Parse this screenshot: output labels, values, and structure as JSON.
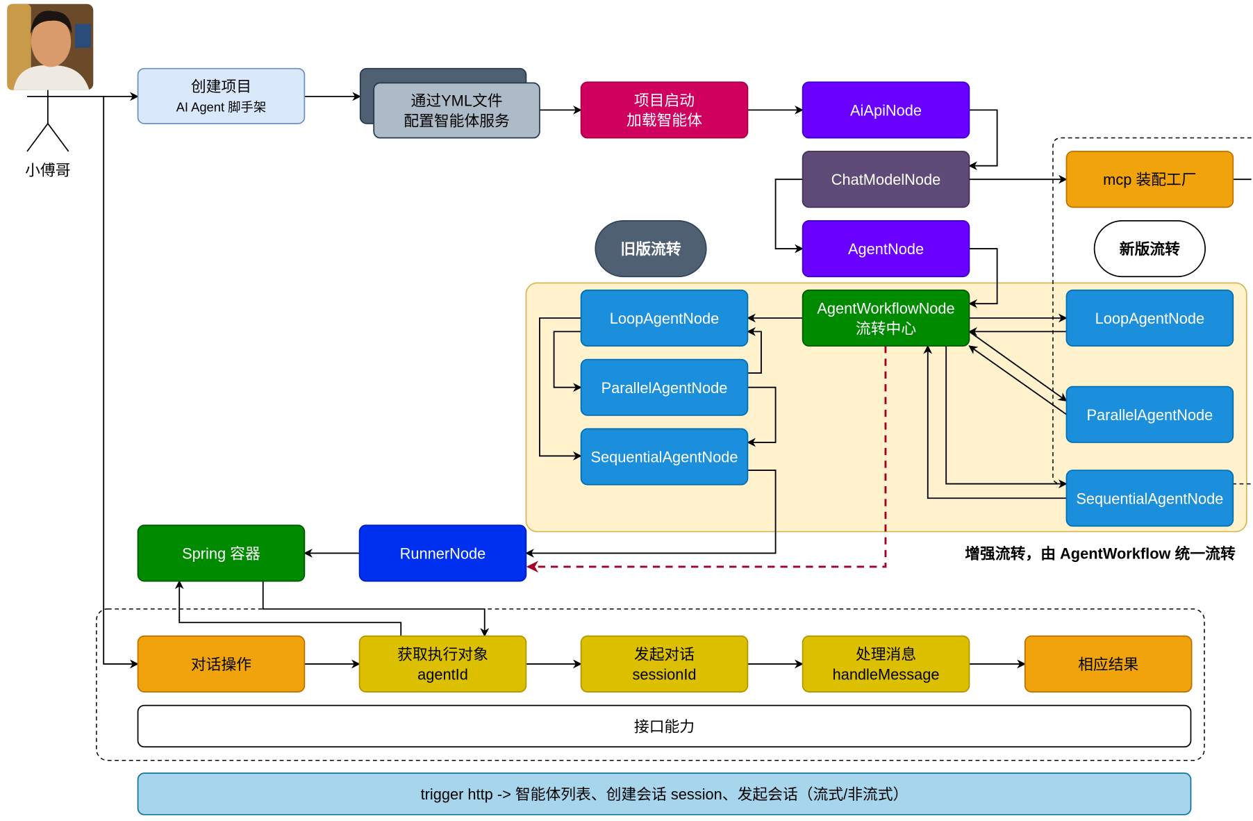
{
  "actor": {
    "name": "小傅哥"
  },
  "colors": {
    "light_blue": "#dae8fc",
    "slate": "#4f6073",
    "slate_light": "#adbac7",
    "magenta": "#d0005e",
    "violet": "#6a00ff",
    "purple_gray": "#5f4b78",
    "orange": "#f0a30a",
    "green": "#008a00",
    "blue": "#1b8fdb",
    "cobalt": "#0030ef",
    "yellow": "#dcc000",
    "sky": "#a7d5ec",
    "region_fill": "#fff2cc",
    "dashed_red": "#a20025"
  },
  "nodes": {
    "create_project": {
      "lines": [
        "创建项目",
        "AI Agent 脚手架"
      ]
    },
    "yml_config": {
      "lines": [
        "通过YML文件",
        "配置智能体服务"
      ]
    },
    "project_start": {
      "lines": [
        "项目启动",
        "加载智能体"
      ]
    },
    "ai_api_node": {
      "lines": [
        "AiApiNode"
      ]
    },
    "chat_model_node": {
      "lines": [
        "ChatModelNode"
      ]
    },
    "agent_node": {
      "lines": [
        "AgentNode"
      ]
    },
    "mcp_factory": {
      "lines": [
        "mcp 装配工厂"
      ]
    },
    "old_flow": {
      "lines": [
        "旧版流转"
      ]
    },
    "new_flow": {
      "lines": [
        "新版流转"
      ]
    },
    "workflow_node": {
      "lines": [
        "AgentWorkflowNode",
        "流转中心"
      ]
    },
    "old_loop": {
      "lines": [
        "LoopAgentNode"
      ]
    },
    "old_parallel": {
      "lines": [
        "ParallelAgentNode"
      ]
    },
    "old_sequential": {
      "lines": [
        "SequentialAgentNode"
      ]
    },
    "new_loop": {
      "lines": [
        "LoopAgentNode"
      ]
    },
    "new_parallel": {
      "lines": [
        "ParallelAgentNode"
      ]
    },
    "new_sequential": {
      "lines": [
        "SequentialAgentNode"
      ]
    },
    "spring_container": {
      "lines": [
        "Spring 容器"
      ]
    },
    "runner_node": {
      "lines": [
        "RunnerNode"
      ]
    },
    "chat_operation": {
      "lines": [
        "对话操作"
      ]
    },
    "get_executor": {
      "lines": [
        "获取执行对象",
        "agentId"
      ]
    },
    "start_chat": {
      "lines": [
        "发起对话",
        "sessionId"
      ]
    },
    "handle_message": {
      "lines": [
        "处理消息",
        "handleMessage"
      ]
    },
    "result": {
      "lines": [
        "相应结果"
      ]
    },
    "interface_capability": {
      "lines": [
        "接口能力"
      ]
    },
    "trigger": {
      "lines": [
        "trigger http -> 智能体列表、创建会话 session、发起会话（流式/非流式）"
      ]
    }
  },
  "annotation": "增强流转，由 AgentWorkflow 统一流转"
}
